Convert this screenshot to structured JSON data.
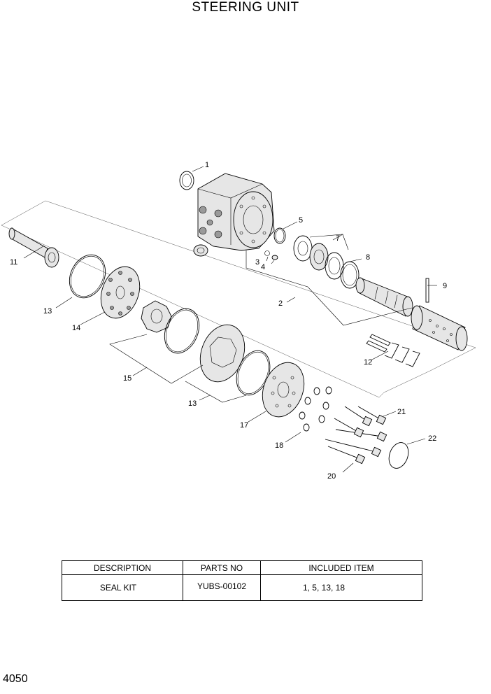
{
  "title": "STEERING UNIT",
  "callouts": {
    "c1": "1",
    "c2": "2",
    "c3": "3",
    "c4": "4",
    "c5": "5",
    "c7": "7",
    "c8": "8",
    "c9": "9",
    "c11": "11",
    "c12": "12",
    "c13a": "13",
    "c13b": "13",
    "c14": "14",
    "c15": "15",
    "c17": "17",
    "c18": "18",
    "c20": "20",
    "c21": "21",
    "c22": "22"
  },
  "table": {
    "headers": [
      "DESCRIPTION",
      "PARTS NO",
      "INCLUDED ITEM"
    ],
    "rows": [
      [
        "SEAL KIT",
        "YUBS-00102",
        "1, 5, 13, 18"
      ]
    ]
  },
  "page_number": "4050"
}
